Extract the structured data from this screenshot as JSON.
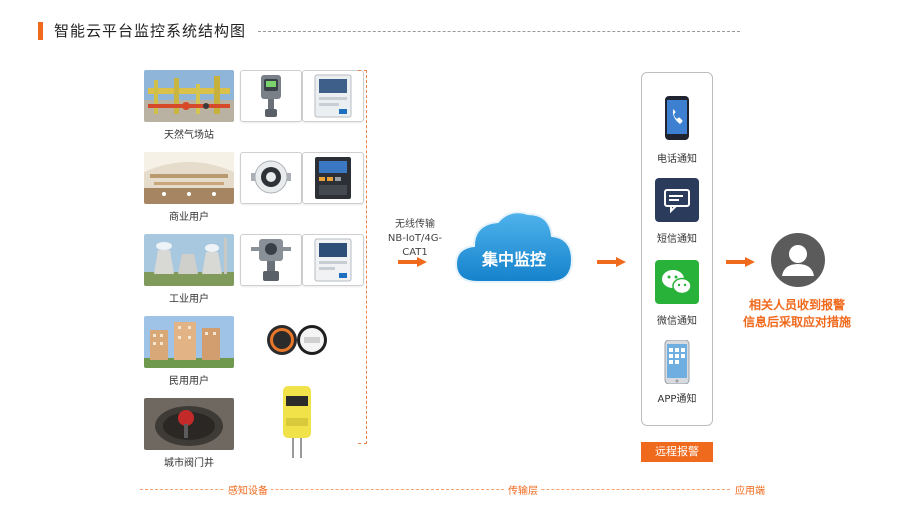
{
  "title": "智能云平台监控系统结构图",
  "sensing_rows": [
    {
      "label": "天然气场站"
    },
    {
      "label": "商业用户"
    },
    {
      "label": "工业用户"
    },
    {
      "label": "民用用户"
    },
    {
      "label": "城市阀门井"
    }
  ],
  "transmission": {
    "line1": "无线传输",
    "line2": "NB-IoT/4G-CAT1",
    "cloud_label": "集中监控"
  },
  "notifications": [
    {
      "label": "电话通知",
      "icon": "phone-call-icon"
    },
    {
      "label": "短信通知",
      "icon": "sms-icon"
    },
    {
      "label": "微信通知",
      "icon": "wechat-icon"
    },
    {
      "label": "APP通知",
      "icon": "app-icon"
    }
  ],
  "remote_alarm": "远程报警",
  "result": {
    "line1": "相关人员收到报警",
    "line2": "信息后采取应对措施"
  },
  "layers": {
    "sensing": "感知设备",
    "transport": "传输层",
    "application": "应用端"
  },
  "colors": {
    "accent": "#f06a1d",
    "cloud": "#1b8fd6",
    "wechat": "#29b23a",
    "sms": "#2a3b5c"
  }
}
